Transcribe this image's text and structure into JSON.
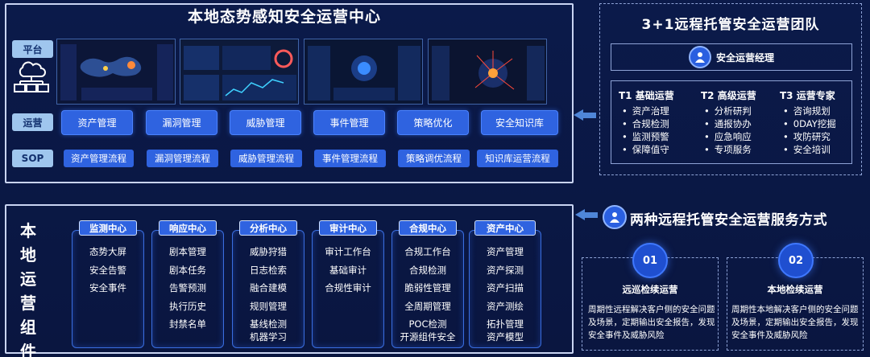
{
  "top_panel": {
    "title": "本地态势感知安全运营中心",
    "rows": {
      "platform": "平台",
      "ops": "运营",
      "sop": "SOP"
    },
    "ops_buttons": [
      "资产管理",
      "漏洞管理",
      "威胁管理",
      "事件管理",
      "策略优化",
      "安全知识库"
    ],
    "sop_buttons": [
      "资产管理流程",
      "漏洞管理流程",
      "威胁管理流程",
      "事件管理流程",
      "策略调优流程",
      "知识库运营流程"
    ]
  },
  "team_panel": {
    "title": "3+1远程托管安全运营团队",
    "manager": "安全运营经理",
    "tiers": [
      {
        "title": "T1 基础运营",
        "items": [
          "资产治理",
          "合规检测",
          "监测预警",
          "保障值守"
        ]
      },
      {
        "title": "T2 高级运营",
        "items": [
          "分析研判",
          "通报协办",
          "应急响应",
          "专项服务"
        ]
      },
      {
        "title": "T3 运营专家",
        "items": [
          "咨询规划",
          "0DAY挖掘",
          "攻防研究",
          "安全培训"
        ]
      }
    ]
  },
  "bottom_panel": {
    "title_chars": [
      "本",
      "地",
      "运",
      "营",
      "组",
      "件"
    ],
    "modules": [
      {
        "name": "监测中心",
        "items": [
          "态势大屏",
          "安全告警",
          "安全事件"
        ]
      },
      {
        "name": "响应中心",
        "items": [
          "剧本管理",
          "剧本任务",
          "告警预测",
          "执行历史",
          "封禁名单"
        ]
      },
      {
        "name": "分析中心",
        "items": [
          "威胁狩猎",
          "日志检索",
          "融合建模",
          "规则管理",
          "基线检测",
          "机器学习"
        ]
      },
      {
        "name": "审计中心",
        "items": [
          "审计工作台",
          "基础审计",
          "合规性审计"
        ]
      },
      {
        "name": "合规中心",
        "items": [
          "合规工作台",
          "合规检测",
          "脆弱性管理",
          "全周期管理",
          "POC检测",
          "开源组件安全"
        ]
      },
      {
        "name": "资产中心",
        "items": [
          "资产管理",
          "资产探测",
          "资产扫描",
          "资产测绘",
          "拓扑管理",
          "资产模型"
        ]
      }
    ]
  },
  "services": {
    "title": "两种远程托管安全运营服务方式",
    "cards": [
      {
        "num": "01",
        "name": "远巡检续运营",
        "desc": "周期性远程解决客户侧的安全问题及场景，定期输出安全报告，发现安全事件及威胁风险"
      },
      {
        "num": "02",
        "name": "本地检续运营",
        "desc": "周期性本地解决客户侧的安全问题及场景，定期输出安全报告，发现安全事件及威胁风险"
      }
    ]
  },
  "colors": {
    "accent": "#2f63e0",
    "border": "#c9d4f2",
    "tag": "#9fc6ee"
  },
  "icons": [
    "cloud-network-icon",
    "manager-icon",
    "service-icon",
    "arrow-left-icon"
  ]
}
